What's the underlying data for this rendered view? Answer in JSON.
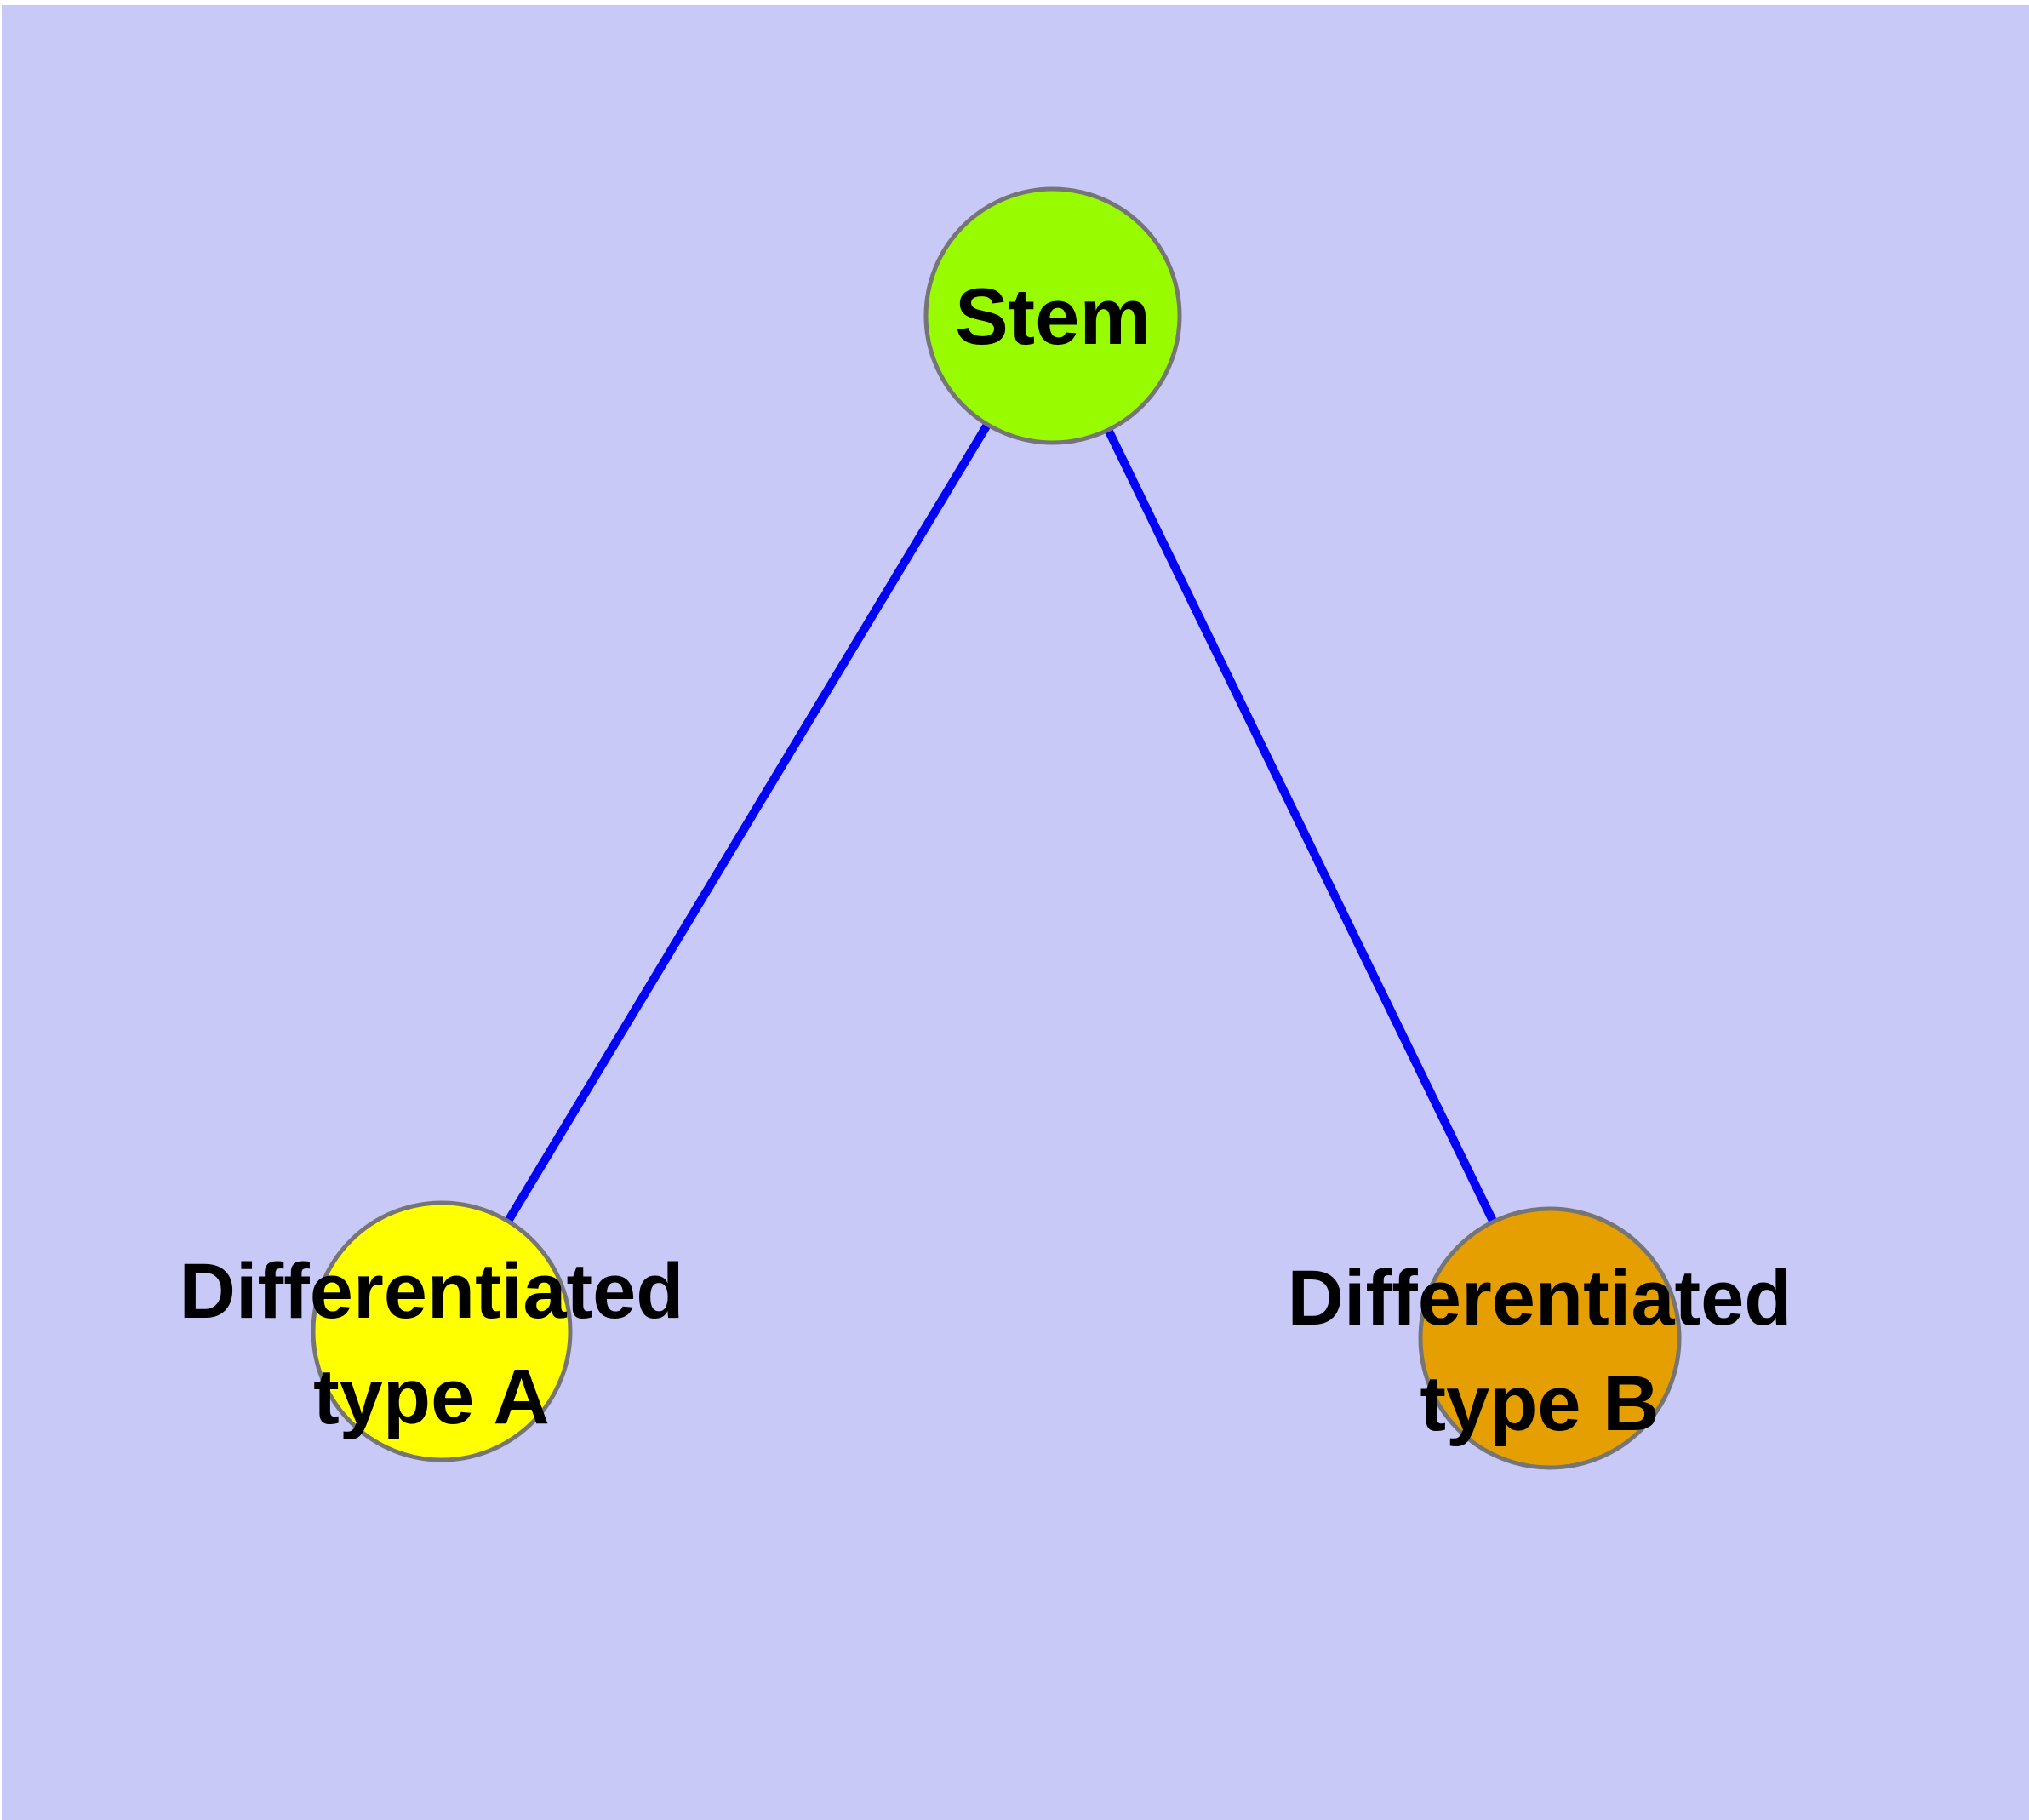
{
  "figure": {
    "type": "graph-diagram",
    "background_color": "#ffffff",
    "panel_color": "#c9c9f8",
    "node_border_color": "#757575",
    "edge_color": "#0404f4",
    "label_color": "#000000",
    "nodes": {
      "stem": {
        "label": "Stem",
        "fill": "#99fb00"
      },
      "type_a": {
        "label_line1": "Differentiated",
        "label_line2": "type A",
        "fill": "#ffff00"
      },
      "type_b": {
        "label_line1": "Differentiated",
        "label_line2": "type B",
        "fill": "#e69f00"
      }
    },
    "edges": [
      {
        "from": "Stem",
        "to": "Differentiated type A"
      },
      {
        "from": "Stem",
        "to": "Differentiated type B"
      }
    ]
  }
}
